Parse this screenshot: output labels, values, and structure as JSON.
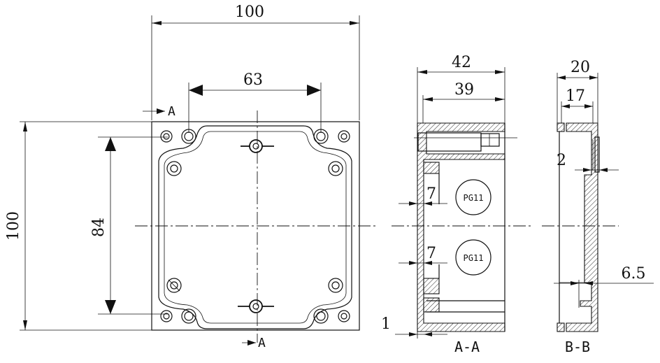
{
  "dimensions": {
    "top_width": "100",
    "hole_spacing_horizontal": "63",
    "left_height": "100",
    "hole_spacing_vertical": "84",
    "section_aa_outer": "42",
    "section_aa_inner": "39",
    "section_aa_wall": "1",
    "section_aa_step_upper": "7",
    "section_aa_step_lower": "7",
    "section_bb_outer": "20",
    "section_bb_inner": "17",
    "section_bb_lip": "2",
    "section_bb_offset": "6.5"
  },
  "labels": {
    "section_marker_top": "A",
    "section_marker_bottom": "A",
    "section_aa_title": "A-A",
    "section_bb_title": "B-B",
    "gland_upper": "PG11",
    "gland_lower": "PG11"
  }
}
